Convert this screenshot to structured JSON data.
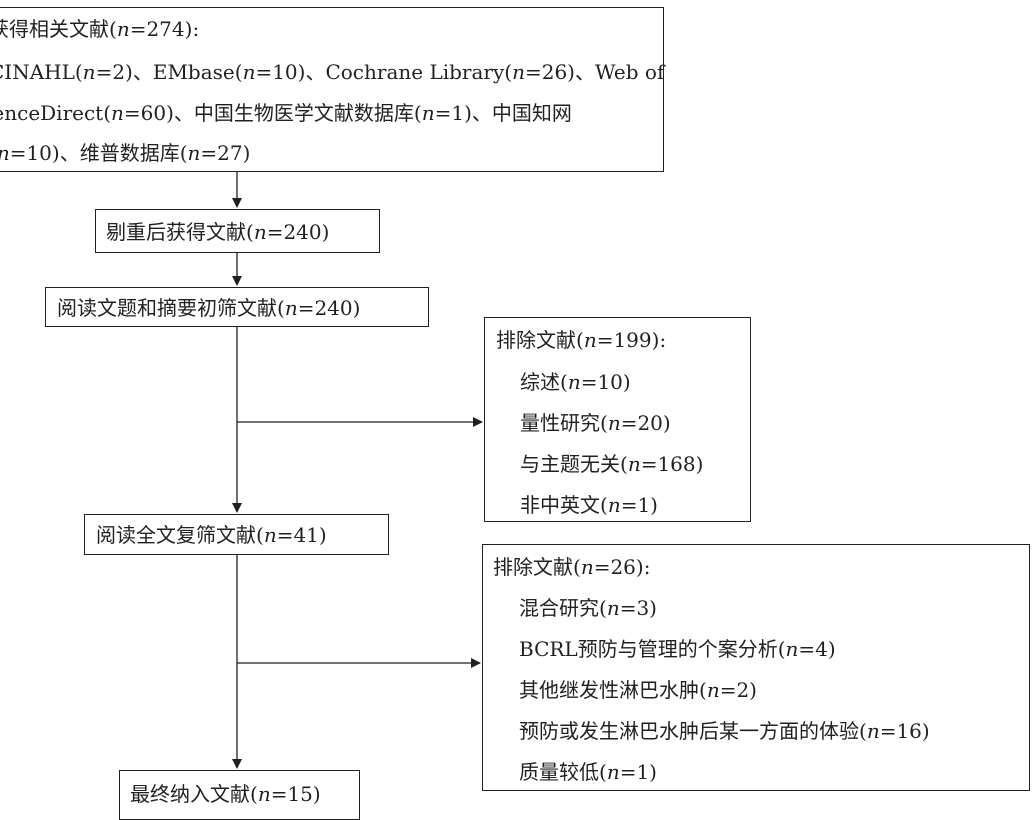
{
  "sources": {
    "heading": {
      "pre": "获得相关文献(",
      "n": "n",
      "post": "=274):"
    },
    "lines": [
      [
        {
          "t": "CINAHL("
        },
        {
          "t": "n",
          "i": true
        },
        {
          "t": "=2)、EMbase("
        },
        {
          "t": "n",
          "i": true
        },
        {
          "t": "=10)、Cochrane Library("
        },
        {
          "t": "n",
          "i": true
        },
        {
          "t": "=26)、Web of"
        }
      ],
      [
        {
          "t": "ienceDirect("
        },
        {
          "t": "n",
          "i": true
        },
        {
          "t": "=60)、中国生物医学文献数据库("
        },
        {
          "t": "n",
          "i": true
        },
        {
          "t": "=1)、中国知网"
        }
      ],
      [
        {
          "t": "("
        },
        {
          "t": "n",
          "i": true
        },
        {
          "t": "=10)、维普数据库("
        },
        {
          "t": "n",
          "i": true
        },
        {
          "t": "=27)"
        }
      ]
    ]
  },
  "dedup": [
    {
      "t": "剔重后获得文献("
    },
    {
      "t": "n",
      "i": true
    },
    {
      "t": "=240)"
    }
  ],
  "screen1": [
    {
      "t": "阅读文题和摘要初筛文献("
    },
    {
      "t": "n",
      "i": true
    },
    {
      "t": "=240)"
    }
  ],
  "screen2": [
    {
      "t": "阅读全文复筛文献("
    },
    {
      "t": "n",
      "i": true
    },
    {
      "t": "=41)"
    }
  ],
  "final": [
    {
      "t": "最终纳入文献("
    },
    {
      "t": "n",
      "i": true
    },
    {
      "t": "=15)"
    }
  ],
  "exclude1": {
    "heading": [
      {
        "t": "排除文献("
      },
      {
        "t": "n",
        "i": true
      },
      {
        "t": "=199):"
      }
    ],
    "items": [
      [
        {
          "t": "综述("
        },
        {
          "t": "n",
          "i": true
        },
        {
          "t": "=10)"
        }
      ],
      [
        {
          "t": "量性研究("
        },
        {
          "t": "n",
          "i": true
        },
        {
          "t": "=20)"
        }
      ],
      [
        {
          "t": "与主题无关("
        },
        {
          "t": "n",
          "i": true
        },
        {
          "t": "=168)"
        }
      ],
      [
        {
          "t": "非中英文("
        },
        {
          "t": "n",
          "i": true
        },
        {
          "t": "=1)"
        }
      ]
    ]
  },
  "exclude2": {
    "heading": [
      {
        "t": "排除文献("
      },
      {
        "t": "n",
        "i": true
      },
      {
        "t": "=26):"
      }
    ],
    "items": [
      [
        {
          "t": "混合研究("
        },
        {
          "t": "n",
          "i": true
        },
        {
          "t": "=3)"
        }
      ],
      [
        {
          "t": "BCRL预防与管理的个案分析("
        },
        {
          "t": "n",
          "i": true
        },
        {
          "t": "=4)"
        }
      ],
      [
        {
          "t": "其他继发性淋巴水肿("
        },
        {
          "t": "n",
          "i": true
        },
        {
          "t": "=2)"
        }
      ],
      [
        {
          "t": "预防或发生淋巴水肿后某一方面的体验("
        },
        {
          "t": "n",
          "i": true
        },
        {
          "t": "=16)"
        }
      ],
      [
        {
          "t": "质量较低("
        },
        {
          "t": "n",
          "i": true
        },
        {
          "t": "=1)"
        }
      ]
    ]
  },
  "colors": {
    "ink": "#231f20",
    "background": "#ffffff"
  }
}
